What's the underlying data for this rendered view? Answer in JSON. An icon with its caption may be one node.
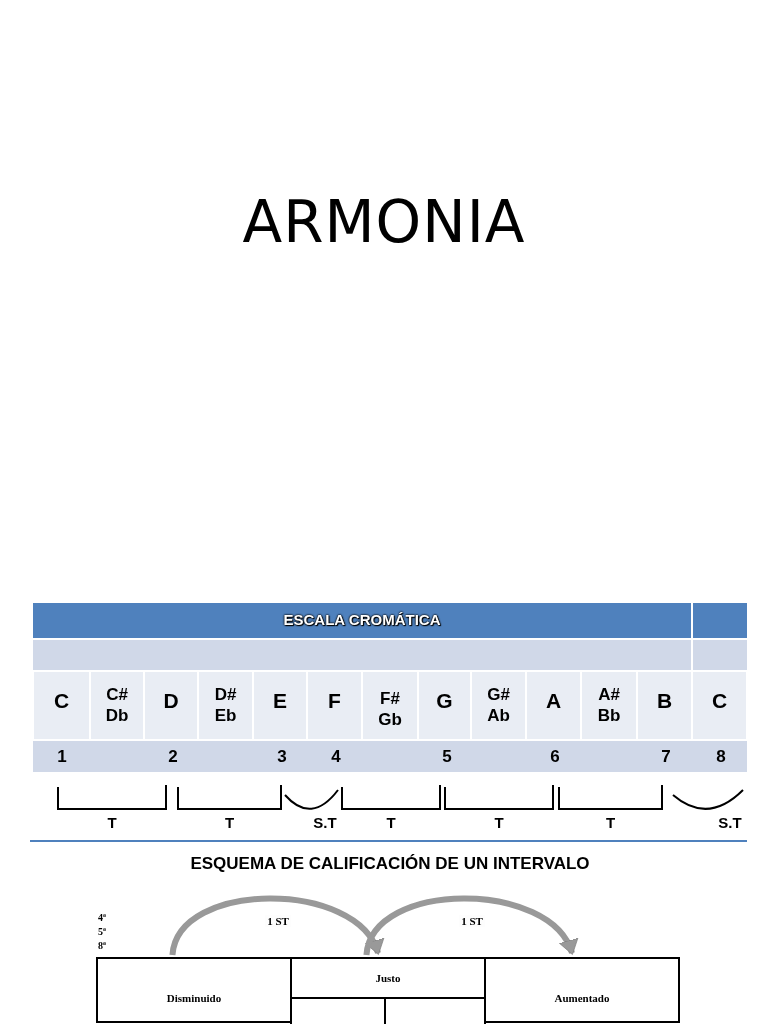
{
  "diagram": {
    "title": "ARMONIA",
    "nodes": [
      {
        "text": [
          "Disminuido"
        ]
      },
      {
        "text": [
          "Justo"
        ]
      },
      {
        "text": [],
        "shape": "box"
      },
      {
        "text": [],
        "shape": "box"
      },
      {
        "text": [
          "Aumentado"
        ]
      }
    ],
    "edges": [
      {
        "from": 0,
        "to": 1,
        "arrow": "to",
        "label": "1 ST"
      },
      {
        "from": 1,
        "to": 4,
        "arrow": "to",
        "label": "1 ST"
      }
    ],
    "labels": [
      "ESCALA CROMÁTICA",
      "C",
      "C# Db",
      "D",
      "D# Eb",
      "E",
      "F",
      "F# Gb",
      "G",
      "G# Ab",
      "A",
      "A# Bb",
      "B",
      "C",
      "1",
      "2",
      "3",
      "4",
      "5",
      "6",
      "7",
      "8",
      "T",
      "T",
      "S.T",
      "T",
      "T",
      "T",
      "S.T",
      "ESQUEMA DE CALIFICACIÓN DE UN INTERVALO",
      "4ª",
      "5ª",
      "8ª"
    ]
  }
}
